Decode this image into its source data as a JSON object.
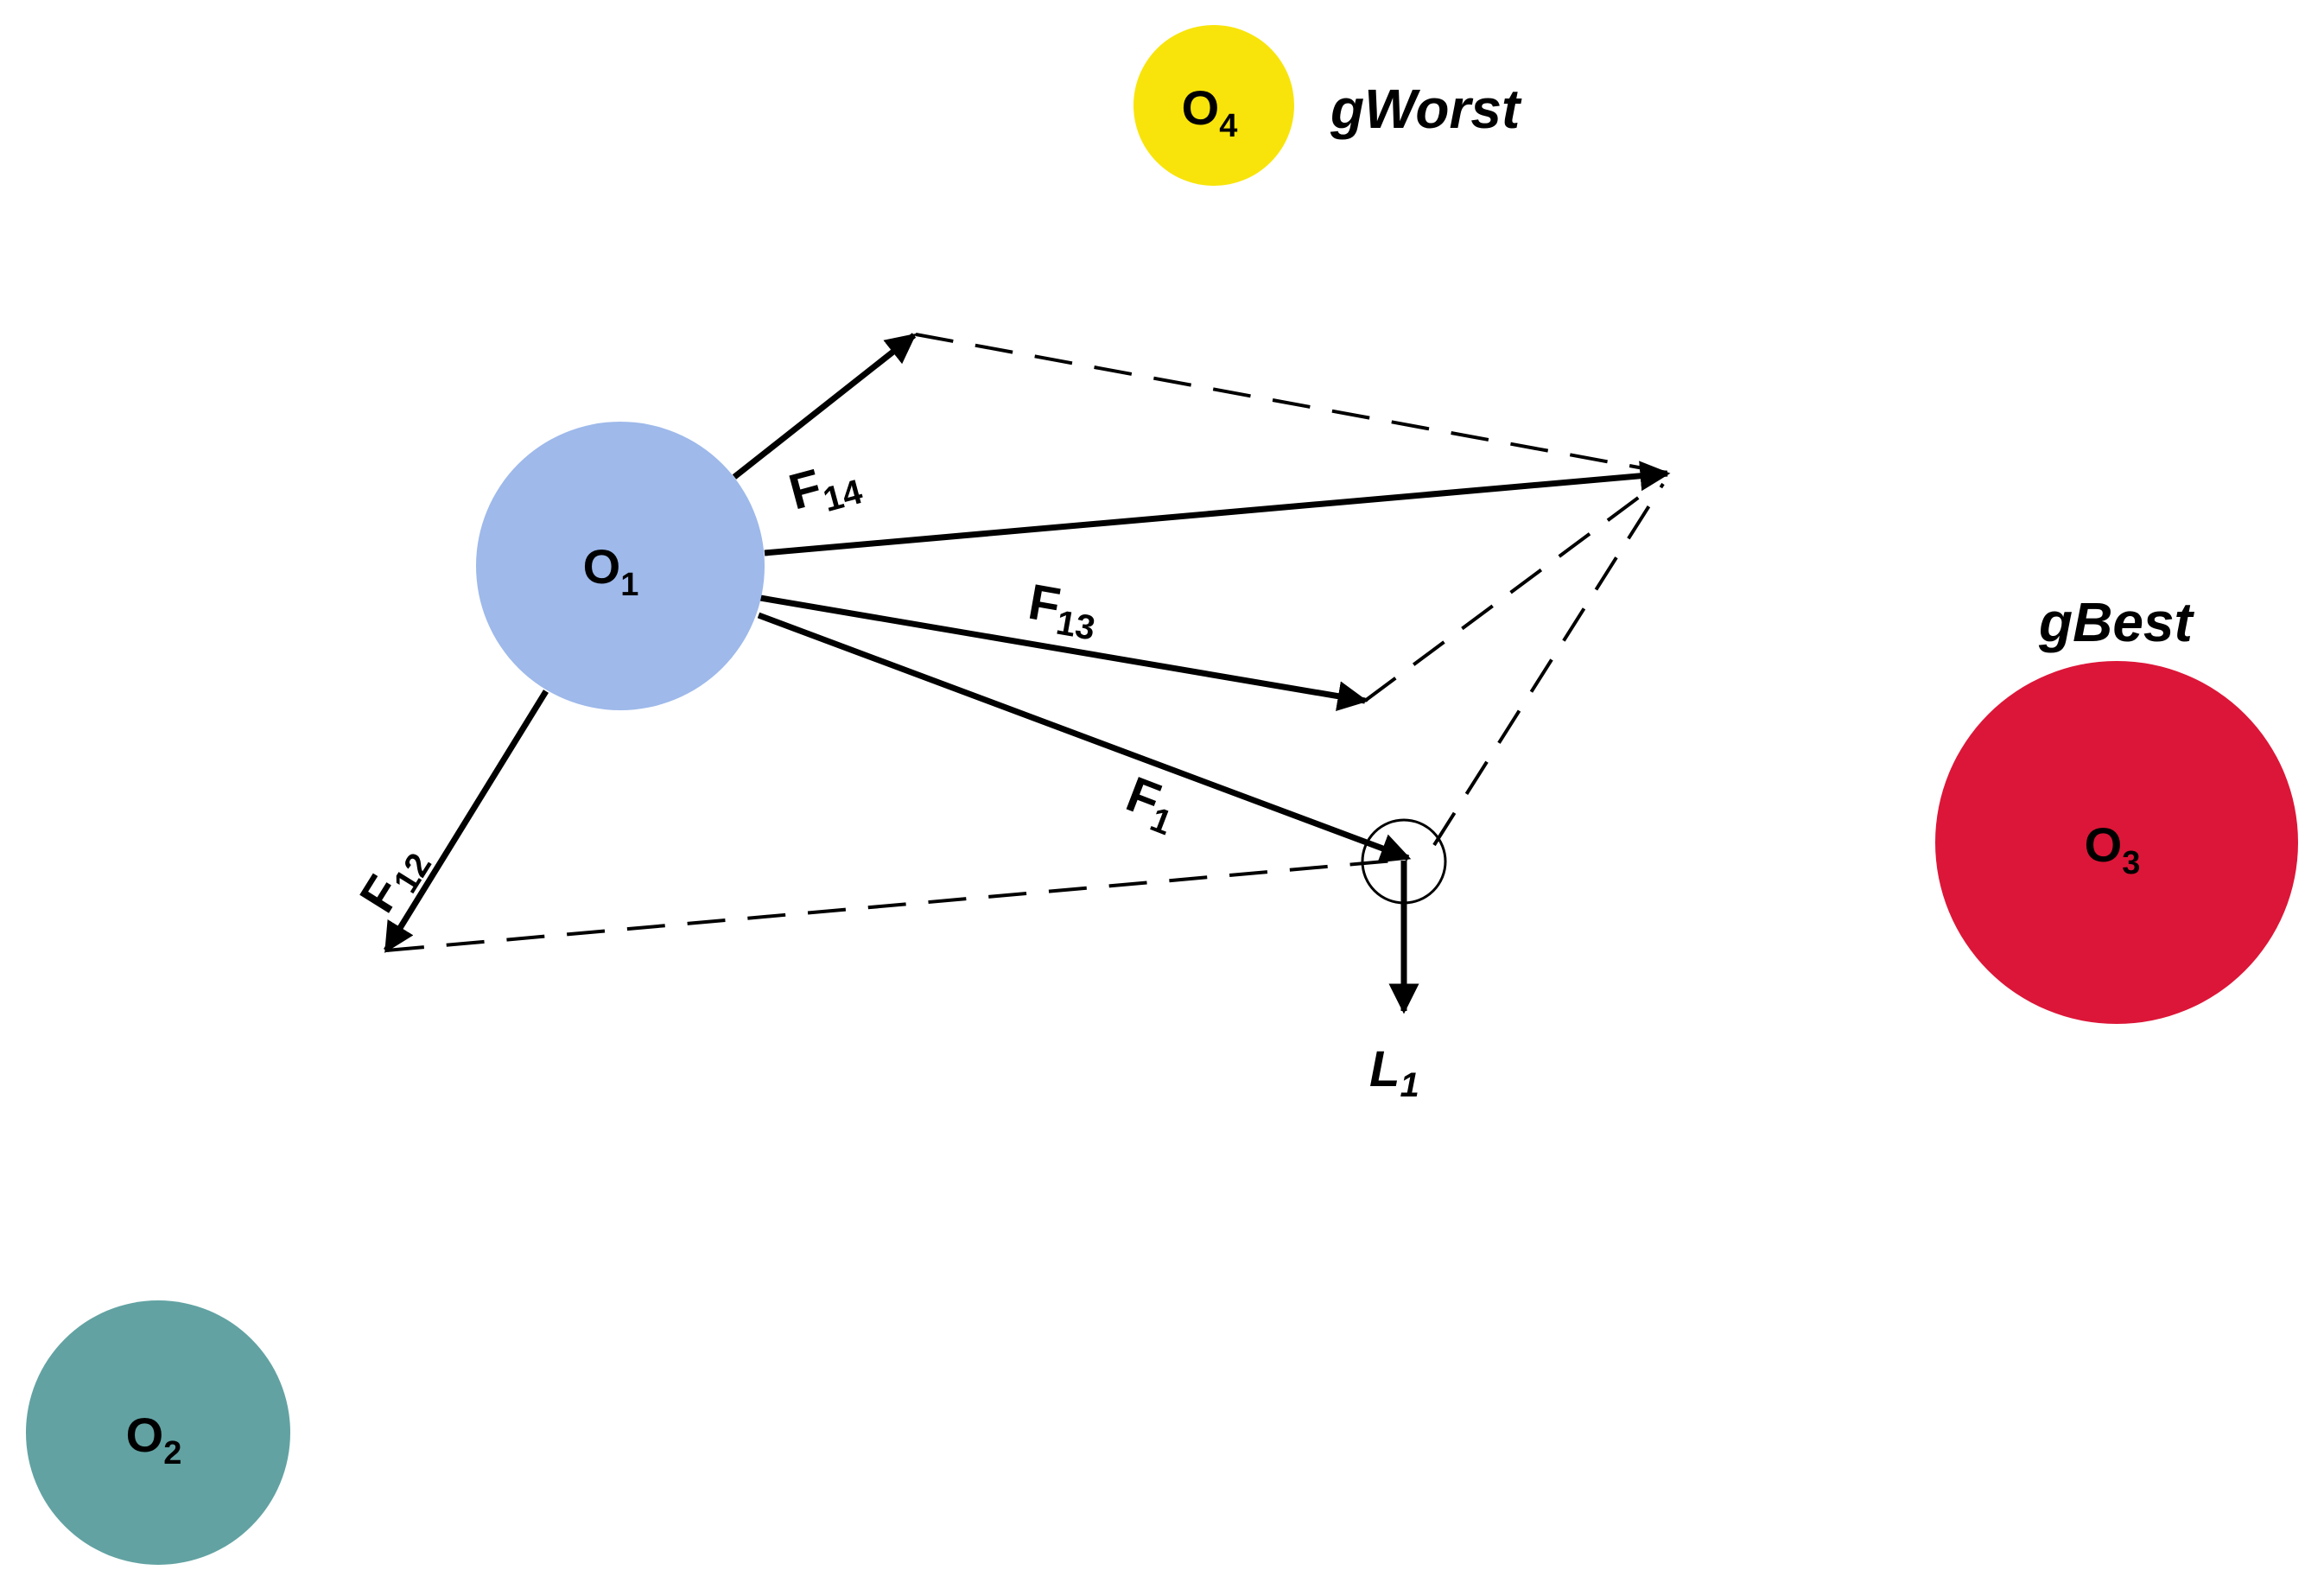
{
  "nodes": {
    "o1": {
      "label": "O",
      "sub": "1",
      "color": "#9EB9EA"
    },
    "o2": {
      "label": "O",
      "sub": "2",
      "color": "#62A2A2"
    },
    "o3": {
      "label": "O",
      "sub": "3",
      "color": "#DC1638"
    },
    "o4": {
      "label": "O",
      "sub": "4",
      "color": "#F8E40A"
    }
  },
  "tags": {
    "worst": "gWorst",
    "best": "gBest"
  },
  "forces": {
    "f14": {
      "label": "F",
      "sub": "14"
    },
    "f13": {
      "label": "F",
      "sub": "13"
    },
    "f12": {
      "label": "F",
      "sub": "12"
    },
    "f1": {
      "label": "F",
      "sub": "1"
    },
    "l1": {
      "label": "L",
      "sub": "1"
    }
  }
}
